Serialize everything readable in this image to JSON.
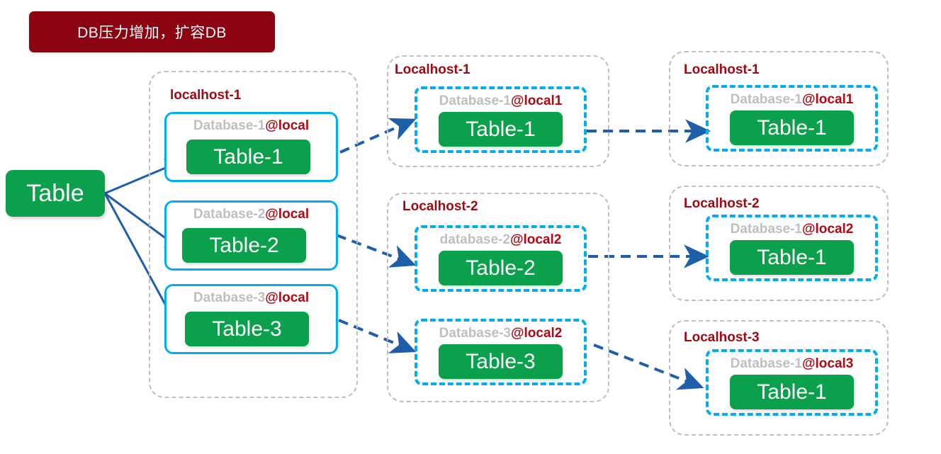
{
  "banner": {
    "text": "DB压力增加，扩容DB",
    "color": "#8C0311"
  },
  "root": {
    "label": "Table",
    "color": "#0BA04B"
  },
  "colors": {
    "green": "#0BA04B",
    "cyan": "#00AEEF",
    "dark_blue_arrow": "#1F5FA9",
    "grey_dashed": "#BFBFBF",
    "host_label_red": "#9E0A12",
    "at_red": "#AE0A15",
    "db_name_grey": "#BFBFBF"
  },
  "columns": [
    {
      "name": "before",
      "host_label": "localhost-1",
      "databases": [
        {
          "name": "Database-1",
          "at": "@local",
          "table": "Table-1"
        },
        {
          "name": "Database-2",
          "at": "@local",
          "table": "Table-2"
        },
        {
          "name": "Database-3",
          "at": "@local",
          "table": "Table-3"
        }
      ]
    },
    {
      "name": "middle",
      "hosts": [
        {
          "host_label": "Localhost-1",
          "databases": [
            {
              "name": "Database-1",
              "at": "@local1",
              "table": "Table-1"
            }
          ]
        },
        {
          "host_label": "Localhost-2",
          "databases": [
            {
              "name": "database-2",
              "at": "@local2",
              "table": "Table-2"
            },
            {
              "name": "Database-3",
              "at": "@local2",
              "table": "Table-3"
            }
          ]
        }
      ]
    },
    {
      "name": "after",
      "hosts": [
        {
          "host_label": "Localhost-1",
          "databases": [
            {
              "name": "Database-1",
              "at": "@local1",
              "table": "Table-1"
            }
          ]
        },
        {
          "host_label": "Localhost-2",
          "databases": [
            {
              "name": "Database-1",
              "at": "@local2",
              "table": "Table-1"
            }
          ]
        },
        {
          "host_label": "Localhost-3",
          "databases": [
            {
              "name": "Database-1",
              "at": "@local3",
              "table": "Table-1"
            }
          ]
        }
      ]
    }
  ]
}
